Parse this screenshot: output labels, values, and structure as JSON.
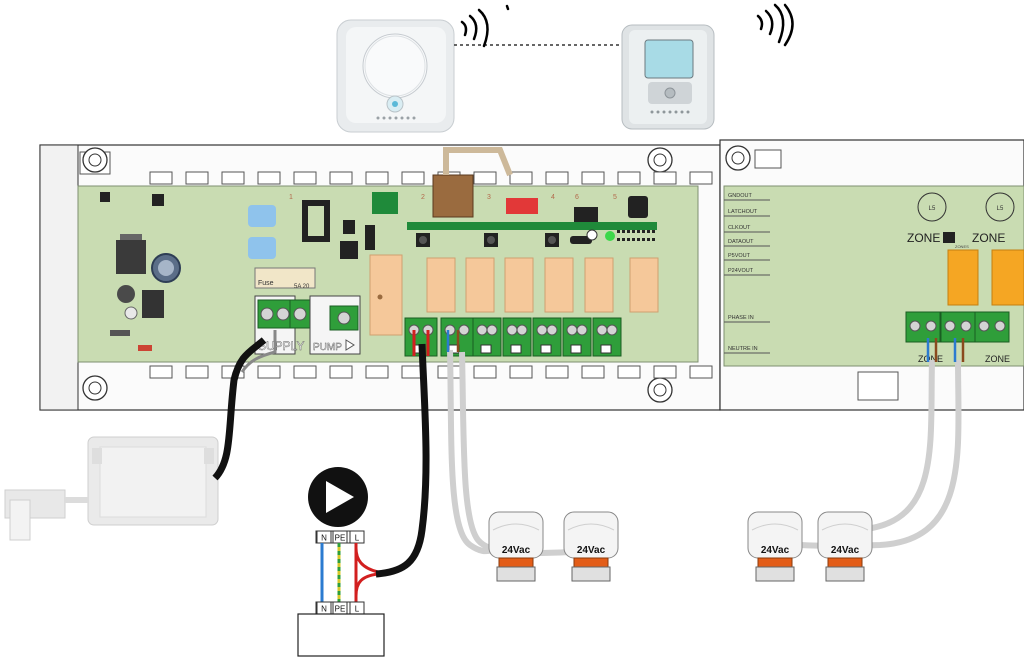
{
  "fuse_label": "Fuse",
  "fuse_rating": "5A 20",
  "supply_label": "SUPPLY",
  "pump_label": "PUMP",
  "channel_numbers": [
    "1",
    "2",
    "3",
    "4",
    "5",
    "6"
  ],
  "expansion_signals": [
    "GNDOUT",
    "LATCHOUT",
    "CLKOUT",
    "DATAOUT",
    "P5VOUT",
    "P24VOUT",
    "PHASE IN",
    "NEUTRE IN"
  ],
  "expansion_terminal_label": "L5",
  "zone_label": "ZONE",
  "zone_small_label": "ZONES",
  "zone_relay_label": "ZONE",
  "pump_terminals": [
    "N",
    "PE",
    "L"
  ],
  "actuator_labels": [
    "24Vac",
    "24Vac",
    "24Vac",
    "24Vac"
  ],
  "colors": {
    "pcb": "#c9dcb2",
    "terminal": "#2f9e3a",
    "relay": "#f5c89a",
    "phase_wire": "#d21f1f",
    "neutral_wire": "#2b7bd0",
    "earth_wire": "#d6c829",
    "cable": "#111111"
  }
}
